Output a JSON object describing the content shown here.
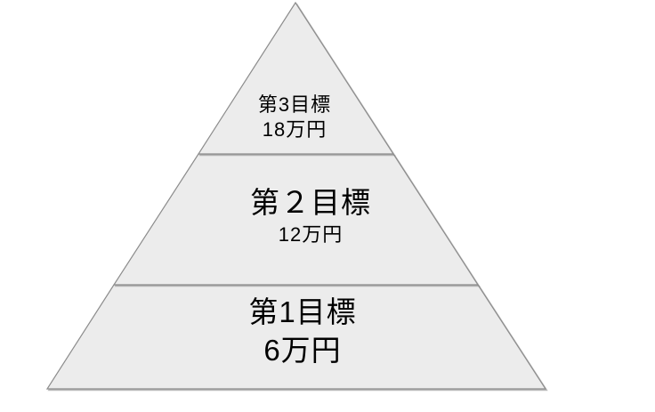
{
  "diagram": {
    "type": "pyramid",
    "orientation": "top-to-bottom",
    "tier_count": 3,
    "tiers": [
      {
        "rank": 3,
        "position": "top",
        "label": "第3目標",
        "amount": "18万円"
      },
      {
        "rank": 2,
        "position": "middle",
        "label": "第２目標",
        "amount": "12万円"
      },
      {
        "rank": 1,
        "position": "bottom",
        "label": "第1目標",
        "amount": "6万円"
      }
    ]
  },
  "colors": {
    "background": "#ffffff",
    "tier_fill": "#ececec",
    "tier_stroke": "#8c8c8c",
    "shadow": "#8c8c8c",
    "text": "#000000"
  }
}
